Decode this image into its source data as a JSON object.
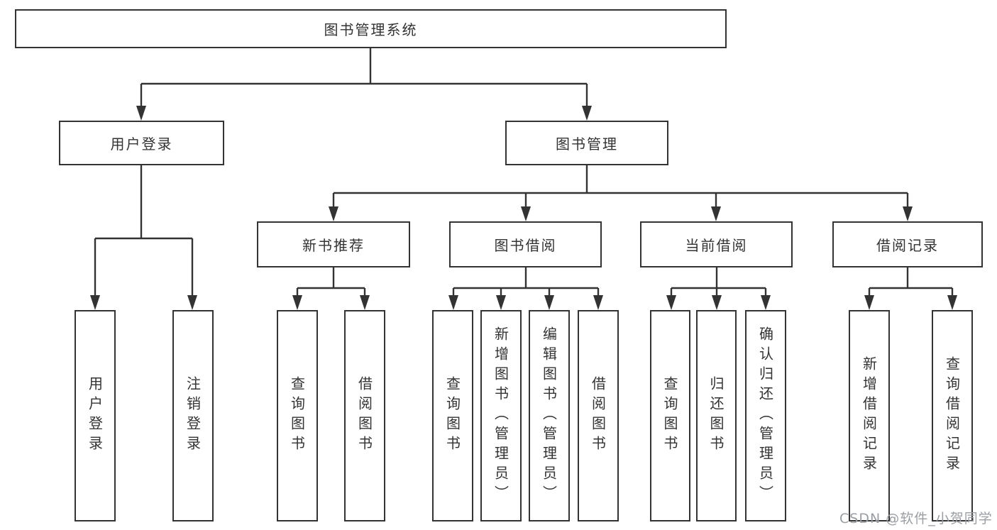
{
  "diagram": {
    "root": "图书管理系统",
    "level2": {
      "login": "用户登录",
      "mgmt": "图书管理"
    },
    "level3": {
      "newbook": "新书推荐",
      "borrow": "图书借阅",
      "current": "当前借阅",
      "records": "借阅记录"
    },
    "leaves": {
      "login_user": "用户登录",
      "login_logout": "注销登录",
      "newbook_query": "查询图书",
      "newbook_borrow": "借阅图书",
      "borrow_query": "查询图书",
      "borrow_add": "新增图书（管理员）",
      "borrow_edit": "编辑图书（管理员）",
      "borrow_lend": "借阅图书",
      "current_query": "查询图书",
      "current_return": "归还图书",
      "current_confirm": "确认归还（管理员）",
      "records_add": "新增借阅记录",
      "records_query": "查询借阅记录"
    },
    "watermark": "CSDN @软件_小贺同学",
    "colors": {
      "line": "#333333",
      "text": "#333333",
      "box_fill": "#ffffff",
      "background": "#ffffff",
      "watermark": "#9a9ea3"
    }
  }
}
